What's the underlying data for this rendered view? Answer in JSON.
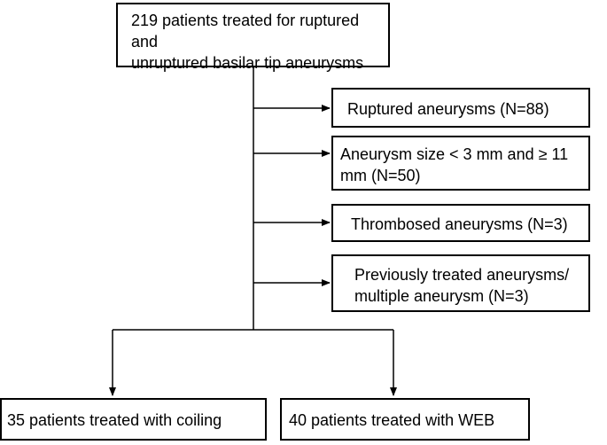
{
  "flowchart": {
    "top": {
      "line1": "219 patients treated for ruptured and",
      "line2": "unruptured basilar tip aneurysms"
    },
    "exclusions": [
      {
        "line1": "Ruptured aneurysms  (N=88)"
      },
      {
        "line1": "Aneurysm  size  < 3 mm and ≥ 11",
        "line2": "mm (N=50)"
      },
      {
        "line1": "Thrombosed aneurysms  (N=3)"
      },
      {
        "line1": "Previously treated aneurysms/",
        "line2": "multiple aneurysm  (N=3)"
      }
    ],
    "outcomes": [
      {
        "line1": "35 patients treated with coiling"
      },
      {
        "line1": "40 patients treated with WEB"
      }
    ]
  },
  "colors": {
    "stroke": "#000000",
    "background": "#ffffff"
  }
}
